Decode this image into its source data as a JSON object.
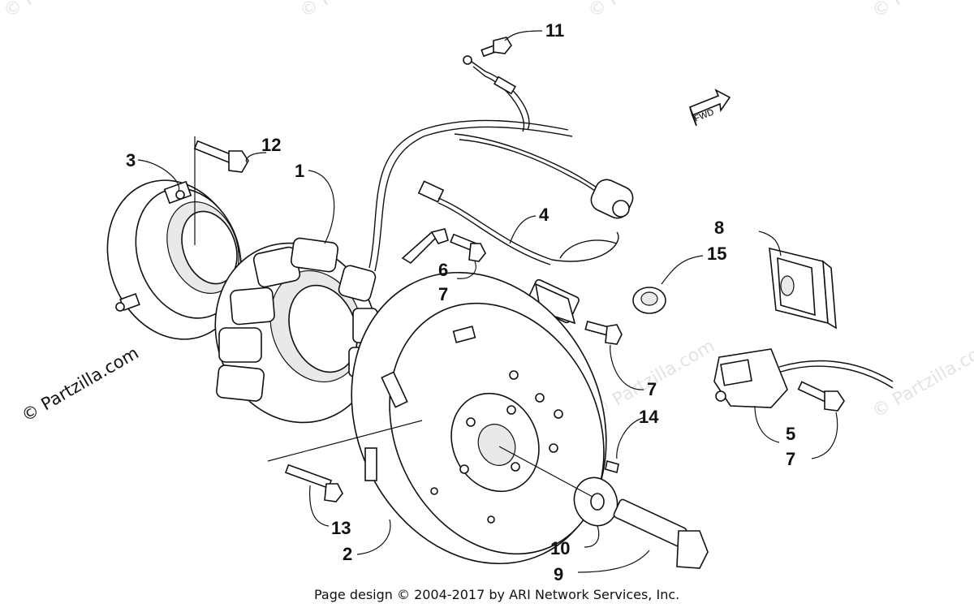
{
  "callouts": {
    "c1": "1",
    "c2": "2",
    "c3": "3",
    "c4": "4",
    "c5": "5",
    "c6": "6",
    "c7a": "7",
    "c7b": "7",
    "c7c": "7",
    "c8": "8",
    "c9": "9",
    "c10": "10",
    "c11": "11",
    "c12": "12",
    "c13": "13",
    "c14": "14",
    "c15": "15"
  },
  "direction_label": "FWD",
  "watermark": {
    "main": "© Partzilla.com",
    "faint": "© Partzilla.com"
  },
  "footer": "Page design © 2004-2017 by ARI Network Services, Inc."
}
